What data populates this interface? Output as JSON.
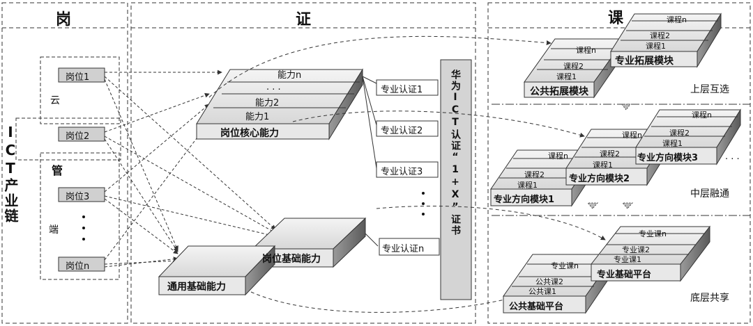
{
  "headers": {
    "gang": "岗",
    "zheng": "证",
    "ke": "课"
  },
  "industry_chain": "ICT产业链",
  "zones": {
    "cloud": "云",
    "pipe": "管",
    "end": "端"
  },
  "posts": [
    "岗位1",
    "岗位2",
    "岗位3",
    "岗位n"
  ],
  "ability_core": {
    "name": "岗位核心能力",
    "layers": [
      "能力1",
      "能力2",
      ". . .",
      "能力n"
    ]
  },
  "ability_basic": "岗位基础能力",
  "ability_general": "通用基础能力",
  "certs": [
    "专业认证1",
    "专业认证2",
    "专业认证3",
    "专业认证n"
  ],
  "huawei_cert": "华为ICT认证“1+X”证书",
  "upper": {
    "public": {
      "name": "公共拓展模块",
      "layers": [
        "课程1",
        "课程2",
        "课程n"
      ]
    },
    "major": {
      "name": "专业拓展模块",
      "layers": [
        "课程1",
        "课程2",
        "课程n"
      ]
    },
    "label": "上层互选"
  },
  "middle": {
    "modules": [
      {
        "name": "专业方向模块1",
        "layers": [
          "课程1",
          "课程2",
          "课程n"
        ]
      },
      {
        "name": "专业方向模块2",
        "layers": [
          "课程1",
          "课程2",
          "课程n"
        ]
      },
      {
        "name": "专业方向模块3",
        "layers": [
          "课程1",
          "课程2",
          "课程n"
        ]
      }
    ],
    "label": "中层融通"
  },
  "bottom": {
    "public": {
      "name": "公共基础平台",
      "layers": [
        "公共课1",
        "公共课2",
        "专业课n"
      ]
    },
    "major": {
      "name": "专业基础平台",
      "layers": [
        "专业课1",
        "专业课2",
        "专业课n"
      ]
    },
    "label": "底层共享"
  },
  "ellipsis": "· · ·"
}
